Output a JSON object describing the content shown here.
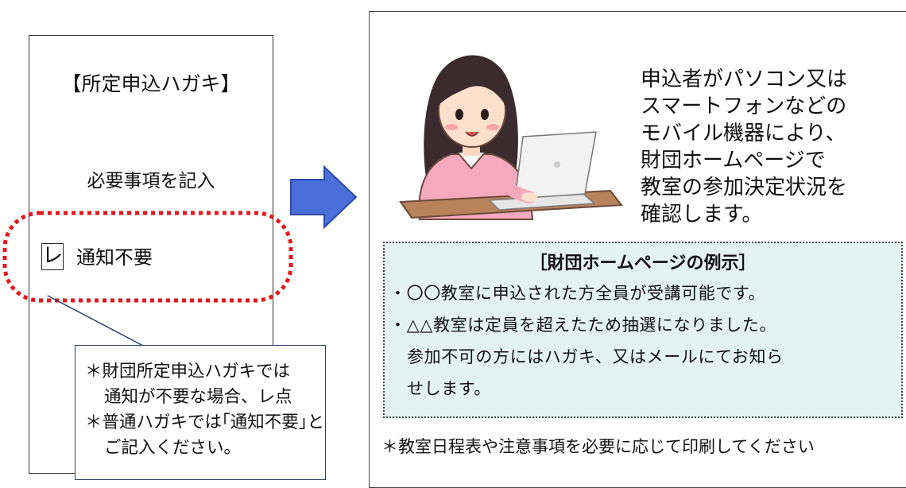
{
  "postcard": {
    "title": "【所定申込ハガキ】",
    "required": "必要事項を記入",
    "checkbox_mark": "レ",
    "notify_label": "通知不要"
  },
  "note": {
    "lines": [
      "＊財団所定申込ハガキでは",
      "通知が不要な場合、レ点",
      "＊普通ハガキでは｢通知不要｣と",
      "ご記入ください。"
    ]
  },
  "description": {
    "lines": [
      "申込者がパソコン又は",
      "スマートフォンなどの",
      "モバイル機器により、",
      "財団ホームページで",
      "教室の参加決定状況を",
      "確認します。"
    ]
  },
  "example": {
    "title": "［財団ホームページの例示］",
    "lines": [
      "・〇〇教室に申込された方全員が受講可能です。",
      "・△△教室は定員を超えたため抽選になりました。",
      "参加不可の方にはハガキ、又はメールにてお知ら",
      "せします。"
    ]
  },
  "print_note": "＊教室日程表や注意事項を必要に応じて印刷してください",
  "colors": {
    "arrow": "#4a6fd8",
    "highlight_circle": "#e3161c",
    "example_bg": "#e4f3f0",
    "shirt": "#f4a9bd",
    "desk": "#b8825a"
  },
  "illustration": "woman-using-laptop"
}
